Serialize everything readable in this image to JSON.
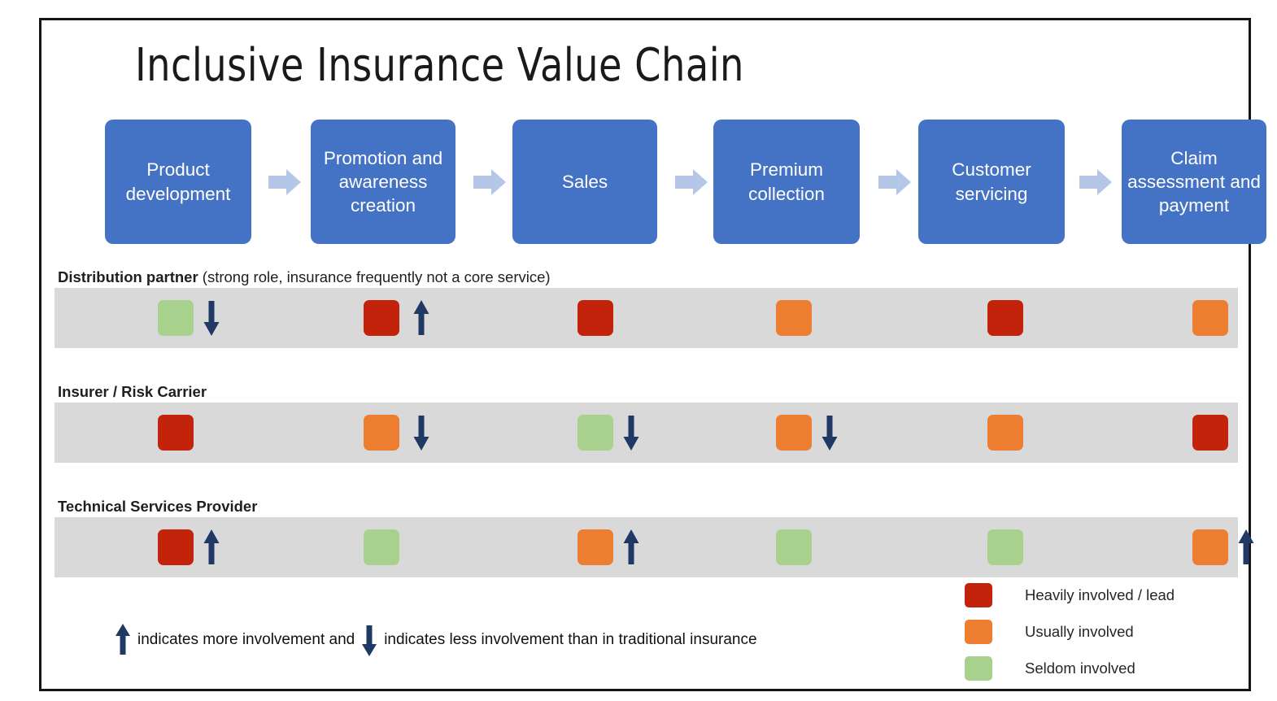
{
  "title": "Inclusive Insurance Value Chain",
  "colors": {
    "box_blue": "#4472C4",
    "arrow_blue": "#B4C7E7",
    "band_gray": "#D9D9D9",
    "red": "#C3230B",
    "orange": "#ED7D31",
    "green": "#A9D18E",
    "trend_navy": "#1F3864",
    "frame": "#141414"
  },
  "chain": {
    "stages": [
      {
        "label": "Product development"
      },
      {
        "label": "Promotion and awareness creation"
      },
      {
        "label": "Sales"
      },
      {
        "label": "Premium collection"
      },
      {
        "label": "Customer servicing"
      },
      {
        "label": "Claim assessment and payment"
      }
    ]
  },
  "sections": [
    {
      "name": "distribution-partner",
      "label_strong": "Distribution partner",
      "label_sub": "(strong role, insurance frequently not a core service)",
      "cells": [
        {
          "level": "green",
          "level_text": "Seldom involved",
          "trend": "down"
        },
        {
          "level": "red",
          "level_text": "Heavily involved / lead",
          "trend": "up"
        },
        {
          "level": "red",
          "level_text": "Heavily involved / lead",
          "trend": "none"
        },
        {
          "level": "orange",
          "level_text": "Usually involved",
          "trend": "none"
        },
        {
          "level": "red",
          "level_text": "Heavily involved / lead",
          "trend": "none"
        },
        {
          "level": "orange",
          "level_text": "Usually involved",
          "trend": "none"
        }
      ]
    },
    {
      "name": "insurer-risk-carrier",
      "label_strong": "Insurer / Risk Carrier",
      "label_sub": "",
      "cells": [
        {
          "level": "red",
          "level_text": "Heavily involved / lead",
          "trend": "none"
        },
        {
          "level": "orange",
          "level_text": "Usually involved",
          "trend": "down"
        },
        {
          "level": "green",
          "level_text": "Seldom involved",
          "trend": "down"
        },
        {
          "level": "orange",
          "level_text": "Usually involved",
          "trend": "down"
        },
        {
          "level": "orange",
          "level_text": "Usually involved",
          "trend": "none"
        },
        {
          "level": "red",
          "level_text": "Heavily involved / lead",
          "trend": "none"
        }
      ]
    },
    {
      "name": "technical-services-provider",
      "label_strong": "Technical Services Provider",
      "label_sub": "",
      "cells": [
        {
          "level": "red",
          "level_text": "Heavily involved / lead",
          "trend": "up"
        },
        {
          "level": "green",
          "level_text": "Seldom involved",
          "trend": "none"
        },
        {
          "level": "orange",
          "level_text": "Usually involved",
          "trend": "up"
        },
        {
          "level": "green",
          "level_text": "Seldom involved",
          "trend": "none"
        },
        {
          "level": "green",
          "level_text": "Seldom involved",
          "trend": "none"
        },
        {
          "level": "orange",
          "level_text": "Usually involved",
          "trend": "up"
        }
      ]
    }
  ],
  "footnote": {
    "part1": "indicates more involvement and",
    "part2": "indicates less involvement than in traditional insurance"
  },
  "legend": {
    "items": [
      {
        "color": "red",
        "label": "Heavily involved / lead"
      },
      {
        "color": "orange",
        "label": "Usually involved"
      },
      {
        "color": "green",
        "label": "Seldom involved"
      }
    ]
  }
}
